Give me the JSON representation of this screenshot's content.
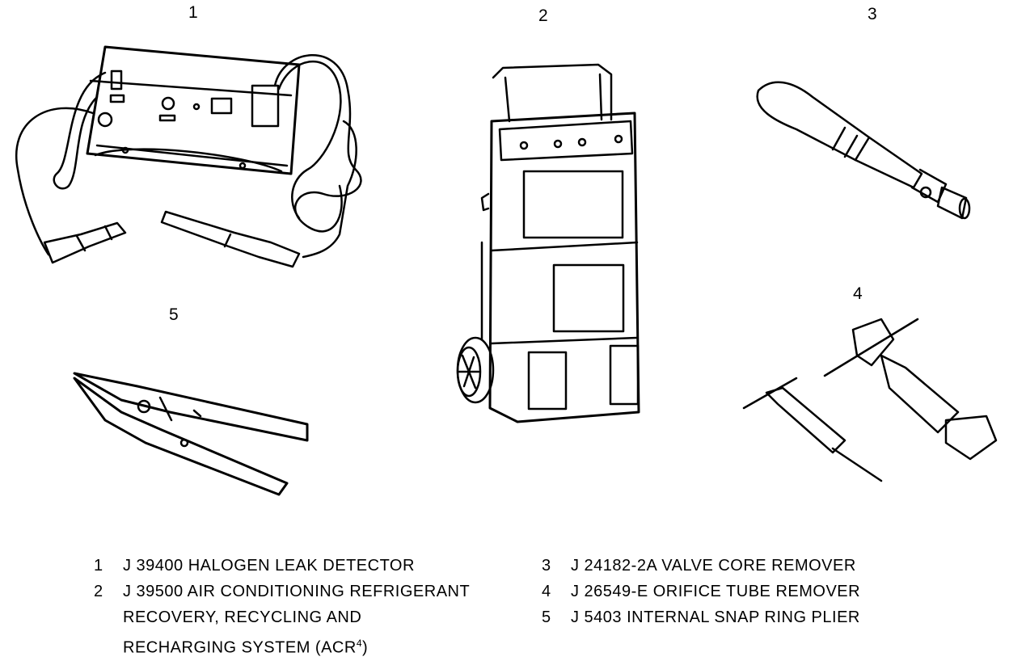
{
  "tools": [
    {
      "number": "1",
      "part": "J 39400",
      "name": "HALOGEN LEAK DETECTOR",
      "icon": "halogen-leak-detector-icon"
    },
    {
      "number": "2",
      "part": "J 39500",
      "name_lines": [
        "AIR CONDITIONING REFRIGERANT",
        "RECOVERY, RECYCLING AND",
        "RECHARGING SYSTEM (ACR"
      ],
      "superscript": "4",
      "closing": ")",
      "icon": "refrigerant-recovery-cart-icon"
    },
    {
      "number": "3",
      "part": "J 24182-2A",
      "name": "VALVE CORE REMOVER",
      "icon": "valve-core-remover-icon"
    },
    {
      "number": "4",
      "part": "J 26549-E",
      "name": "ORIFICE TUBE REMOVER",
      "icon": "orifice-tube-remover-icon"
    },
    {
      "number": "5",
      "part": "J 5403",
      "name": "INTERNAL SNAP RING PLIER",
      "icon": "snap-ring-plier-icon"
    }
  ]
}
